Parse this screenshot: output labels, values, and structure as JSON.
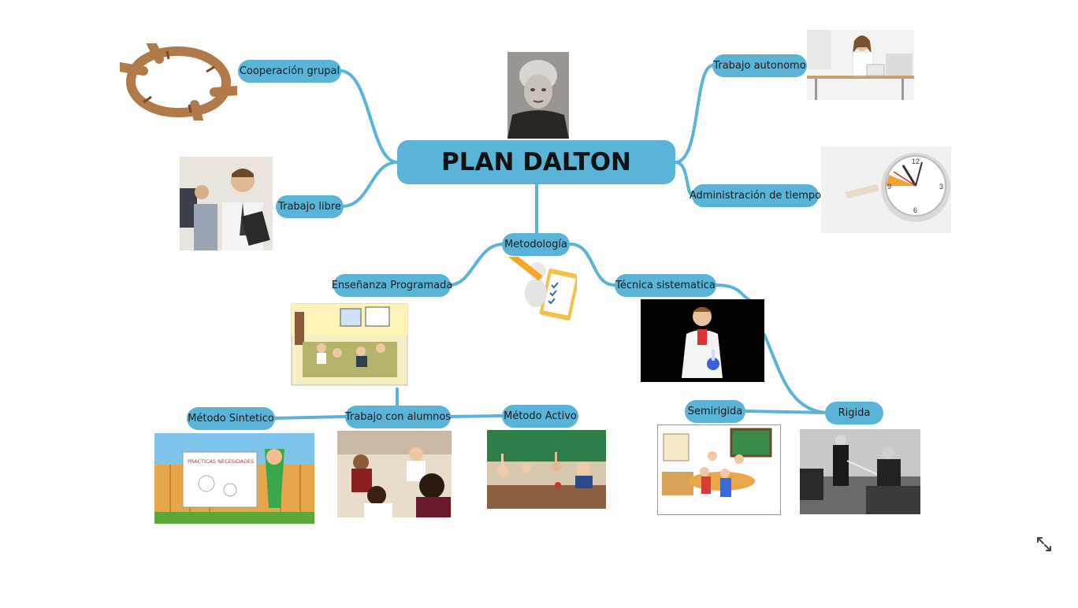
{
  "title": "PLAN DALTON",
  "nodes": {
    "cooperacion": "Cooperación grupal",
    "trabajo_libre": "Trabajo libre",
    "trabajo_autonomo": "Trabajo autonomo",
    "admin_tiempo": "Administración de tiempo",
    "metodologia": "Metodología",
    "ensenanza": "Enseñanza Programada",
    "tecnica": "Técnica sistematica",
    "metodo_sintetico": "Método Sintetico",
    "trabajo_alumnos": "Trabajo con alumnos",
    "metodo_activo": "Método Activo",
    "semirigida": "Semirigida",
    "rigida": "Rigida"
  },
  "image_text": {
    "practicas": "PRACTICAS NECESIDADES"
  },
  "colors": {
    "node": "#5ab4d8",
    "connector": "#5ab4d8"
  },
  "icons": {
    "expand": "expand-icon"
  }
}
